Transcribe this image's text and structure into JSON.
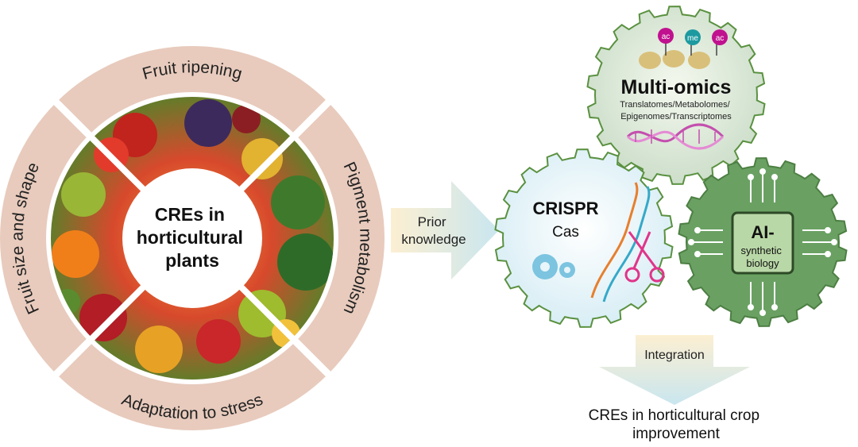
{
  "center": {
    "line1": "CREs in",
    "line2": "horticultural",
    "line3": "plants"
  },
  "ring_labels": {
    "top": "Fruit ripening",
    "right": "Pigment metabolism",
    "bottom": "Adaptation to stress",
    "left": "Fruit size and shape"
  },
  "arrow_prior": {
    "line1": "Prior",
    "line2": "knowledge"
  },
  "multiomics": {
    "title": "Multi-omics",
    "sub1": "Translatomes/Metabolomes/",
    "sub2": "Epigenomes/Transcriptomes",
    "marks": [
      "ac",
      "me",
      "ac"
    ]
  },
  "crispr": {
    "title": "CRISPR",
    "sub": "Cas"
  },
  "ai": {
    "title": "AI-",
    "sub1": "synthetic",
    "sub2": "biology"
  },
  "integration": {
    "label": "Integration"
  },
  "result": {
    "line1": "CREs in horticultural crop",
    "line2": "improvement"
  },
  "colors": {
    "ring": "#e8cbbd",
    "gear_stroke": "#5a9140",
    "ai_gear_fill": "#6aa163",
    "arrow_gradient": [
      "#fcefd2",
      "#c9e6ef"
    ],
    "mark_ac": "#c0118f",
    "mark_me": "#1c9aa0"
  }
}
